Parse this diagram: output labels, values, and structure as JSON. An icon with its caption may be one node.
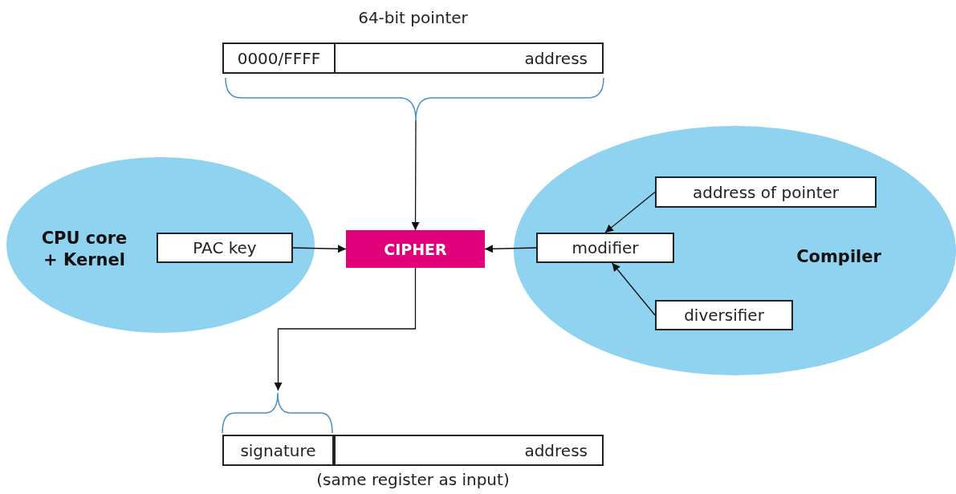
{
  "diagram": {
    "nodes": [
      {
        "text": [
          "64-bit pointer"
        ]
      },
      {
        "text": [
          "0000/FFFF"
        ],
        "in": 0
      },
      {
        "text": [
          "address"
        ],
        "in": 0
      },
      {
        "text": [
          "CPU core + Kernel"
        ]
      },
      {
        "text": [
          "PAC key"
        ],
        "in": 3
      },
      {
        "text": [
          "CIPHER"
        ]
      },
      {
        "text": [
          "Compiler"
        ]
      },
      {
        "text": [
          "address of pointer"
        ],
        "in": 6
      },
      {
        "text": [
          "modifier"
        ],
        "in": 6
      },
      {
        "text": [
          "diversifier"
        ],
        "in": 6
      },
      {
        "text": [],
        "shape": "box",
        "beside": [
          "(same register as input)"
        ]
      },
      {
        "text": [
          "signature"
        ],
        "in": 10
      },
      {
        "text": [
          "address"
        ],
        "in": 10
      }
    ],
    "edges": [
      {
        "from": 0,
        "to": 5,
        "arrow": "to"
      },
      {
        "from": 4,
        "to": 5,
        "arrow": "to"
      },
      {
        "from": 8,
        "to": 5,
        "arrow": "to"
      },
      {
        "from": 7,
        "to": 8,
        "arrow": "to"
      },
      {
        "from": 9,
        "to": 8,
        "arrow": "to"
      },
      {
        "from": 5,
        "to": 11,
        "arrow": "to"
      }
    ]
  }
}
